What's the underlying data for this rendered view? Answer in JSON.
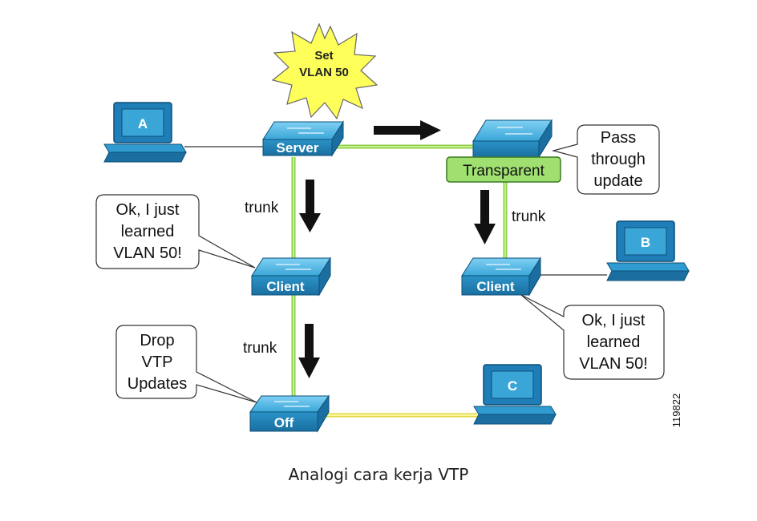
{
  "starburst": {
    "line1": "Set",
    "line2": "VLAN 50"
  },
  "switches": {
    "server": "Server",
    "transparent": "Transparent",
    "client_left": "Client",
    "client_right": "Client",
    "off": "Off"
  },
  "computers": {
    "a": "A",
    "b": "B",
    "c": "C"
  },
  "links": {
    "trunk_left_1": "trunk",
    "trunk_left_2": "trunk",
    "trunk_right": "trunk"
  },
  "bubbles": {
    "pass_through": [
      "Pass",
      "through",
      "update"
    ],
    "learned_left": [
      "Ok, I just",
      "learned",
      "VLAN 50!"
    ],
    "learned_right": [
      "Ok, I just",
      "learned",
      "VLAN 50!"
    ],
    "drop": [
      "Drop",
      "VTP",
      "Updates"
    ]
  },
  "figure_id": "119822",
  "caption": "Analogi cara kerja VTP",
  "colors": {
    "switch_blue": "#2f9bd0",
    "link_green": "#a8e060",
    "link_yellow": "#f2f060",
    "bubble_yellow": "#ffff5a",
    "transparent_green": "#9fe070"
  }
}
